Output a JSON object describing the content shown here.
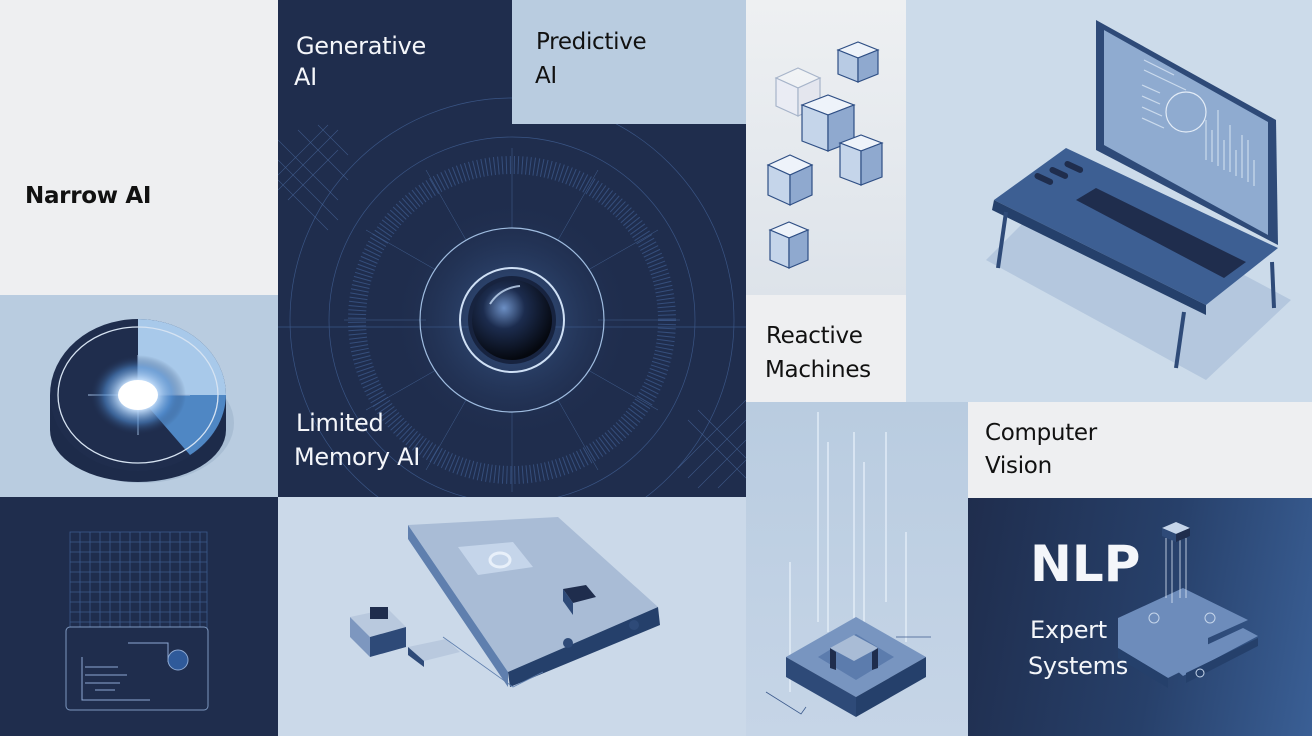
{
  "colors": {
    "navy": "#1f2d4d",
    "navy_light": "#25375c",
    "pale_gray": "#eef0f2",
    "pale_blue": "#b9cce0",
    "pale_blue_light": "#ccdbea",
    "accent_blue": "#5a86c0"
  },
  "tiles": {
    "narrow": {
      "label": "Narrow AI"
    },
    "generative": {
      "line1": "Generative",
      "line2": "AI"
    },
    "predictive": {
      "line1": "Predictive",
      "line2": "AI"
    },
    "limited": {
      "line1": "Limited",
      "line2": "Memory AI"
    },
    "reactive": {
      "line1": "Reactive",
      "line2": "Machines"
    },
    "vision": {
      "line1": "Computer",
      "line2": "Vision"
    },
    "nlp": {
      "label": "NLP"
    },
    "expert": {
      "line1": "Expert",
      "line2": "Systems"
    }
  },
  "icons": {
    "disc": "glowing-disc-icon",
    "lens": "lens-orb-icon",
    "cubes": "data-cubes-icon",
    "laptop": "laptop-icon",
    "grid": "grid-screen-icon",
    "device": "circuit-device-icon",
    "chip": "chip-pedestal-icon",
    "board": "circuit-board-icon"
  }
}
